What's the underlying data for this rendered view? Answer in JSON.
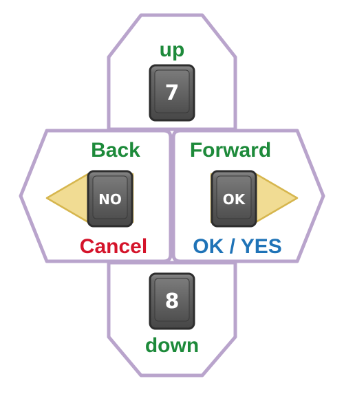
{
  "colors": {
    "panel_border": "#b9a4cc",
    "panel_fill": "#ffffff",
    "arrow_fill": "#f1dc93",
    "arrow_border": "#d6b64e",
    "key_body": "#575757",
    "key_border": "#2d2d2d",
    "key_text": "#ffffff",
    "text_green": "#1d8a3a",
    "text_red": "#d4132a",
    "text_blue": "#1f73b7"
  },
  "pad": {
    "up": {
      "label": "up",
      "key": "7",
      "icon": "key-7-icon"
    },
    "back": {
      "label": "Back",
      "key": "NO",
      "sublabel": "Cancel",
      "icon": "left-arrow-icon"
    },
    "forward": {
      "label": "Forward",
      "key": "OK",
      "sublabel": "OK / YES",
      "icon": "right-arrow-icon"
    },
    "down": {
      "label": "down",
      "key": "8",
      "icon": "key-8-icon"
    }
  }
}
